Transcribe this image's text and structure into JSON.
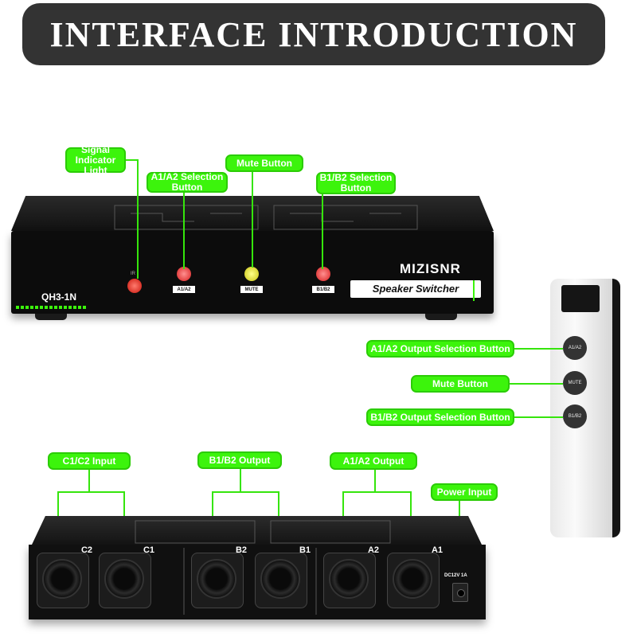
{
  "banner": {
    "title": "INTERFACE INTRODUCTION"
  },
  "front_device": {
    "model": "QH3-1N",
    "brand": "MIZISNR",
    "product": "Speaker Switcher",
    "ir_label": "IR",
    "led_labels": [
      "A1/A2",
      "MUTE",
      "B1/B2"
    ],
    "led_colors": {
      "ir": "#e3261b",
      "a1a2": "#ef3a3a",
      "mute": "#e8e61c",
      "b1b2": "#ef3a3a"
    }
  },
  "callouts": {
    "signal_indicator": "Signal Indicator Light",
    "a1a2_selection": "A1/A2 Selection Button",
    "mute_button": "Mute Button",
    "b1b2_selection": "B1/B2 Selection Button",
    "remote_a1a2": "A1/A2 Output Selection Button",
    "remote_mute": "Mute Button",
    "remote_b1b2": "B1/B2 Output Selection Button",
    "c1c2_input": "C1/C2 Input",
    "b1b2_output": "B1/B2 Output",
    "a1a2_output": "A1/A2 Output",
    "power_input": "Power Input"
  },
  "remote": {
    "buttons": [
      "A1/A2",
      "MUTE",
      "B1/B2"
    ]
  },
  "back_device": {
    "ports": [
      "C2",
      "C1",
      "B2",
      "B1",
      "A2",
      "A1"
    ],
    "power_label": "DC12V 1A"
  },
  "colors": {
    "accent": "#3cf40c",
    "banner": "#333333"
  }
}
